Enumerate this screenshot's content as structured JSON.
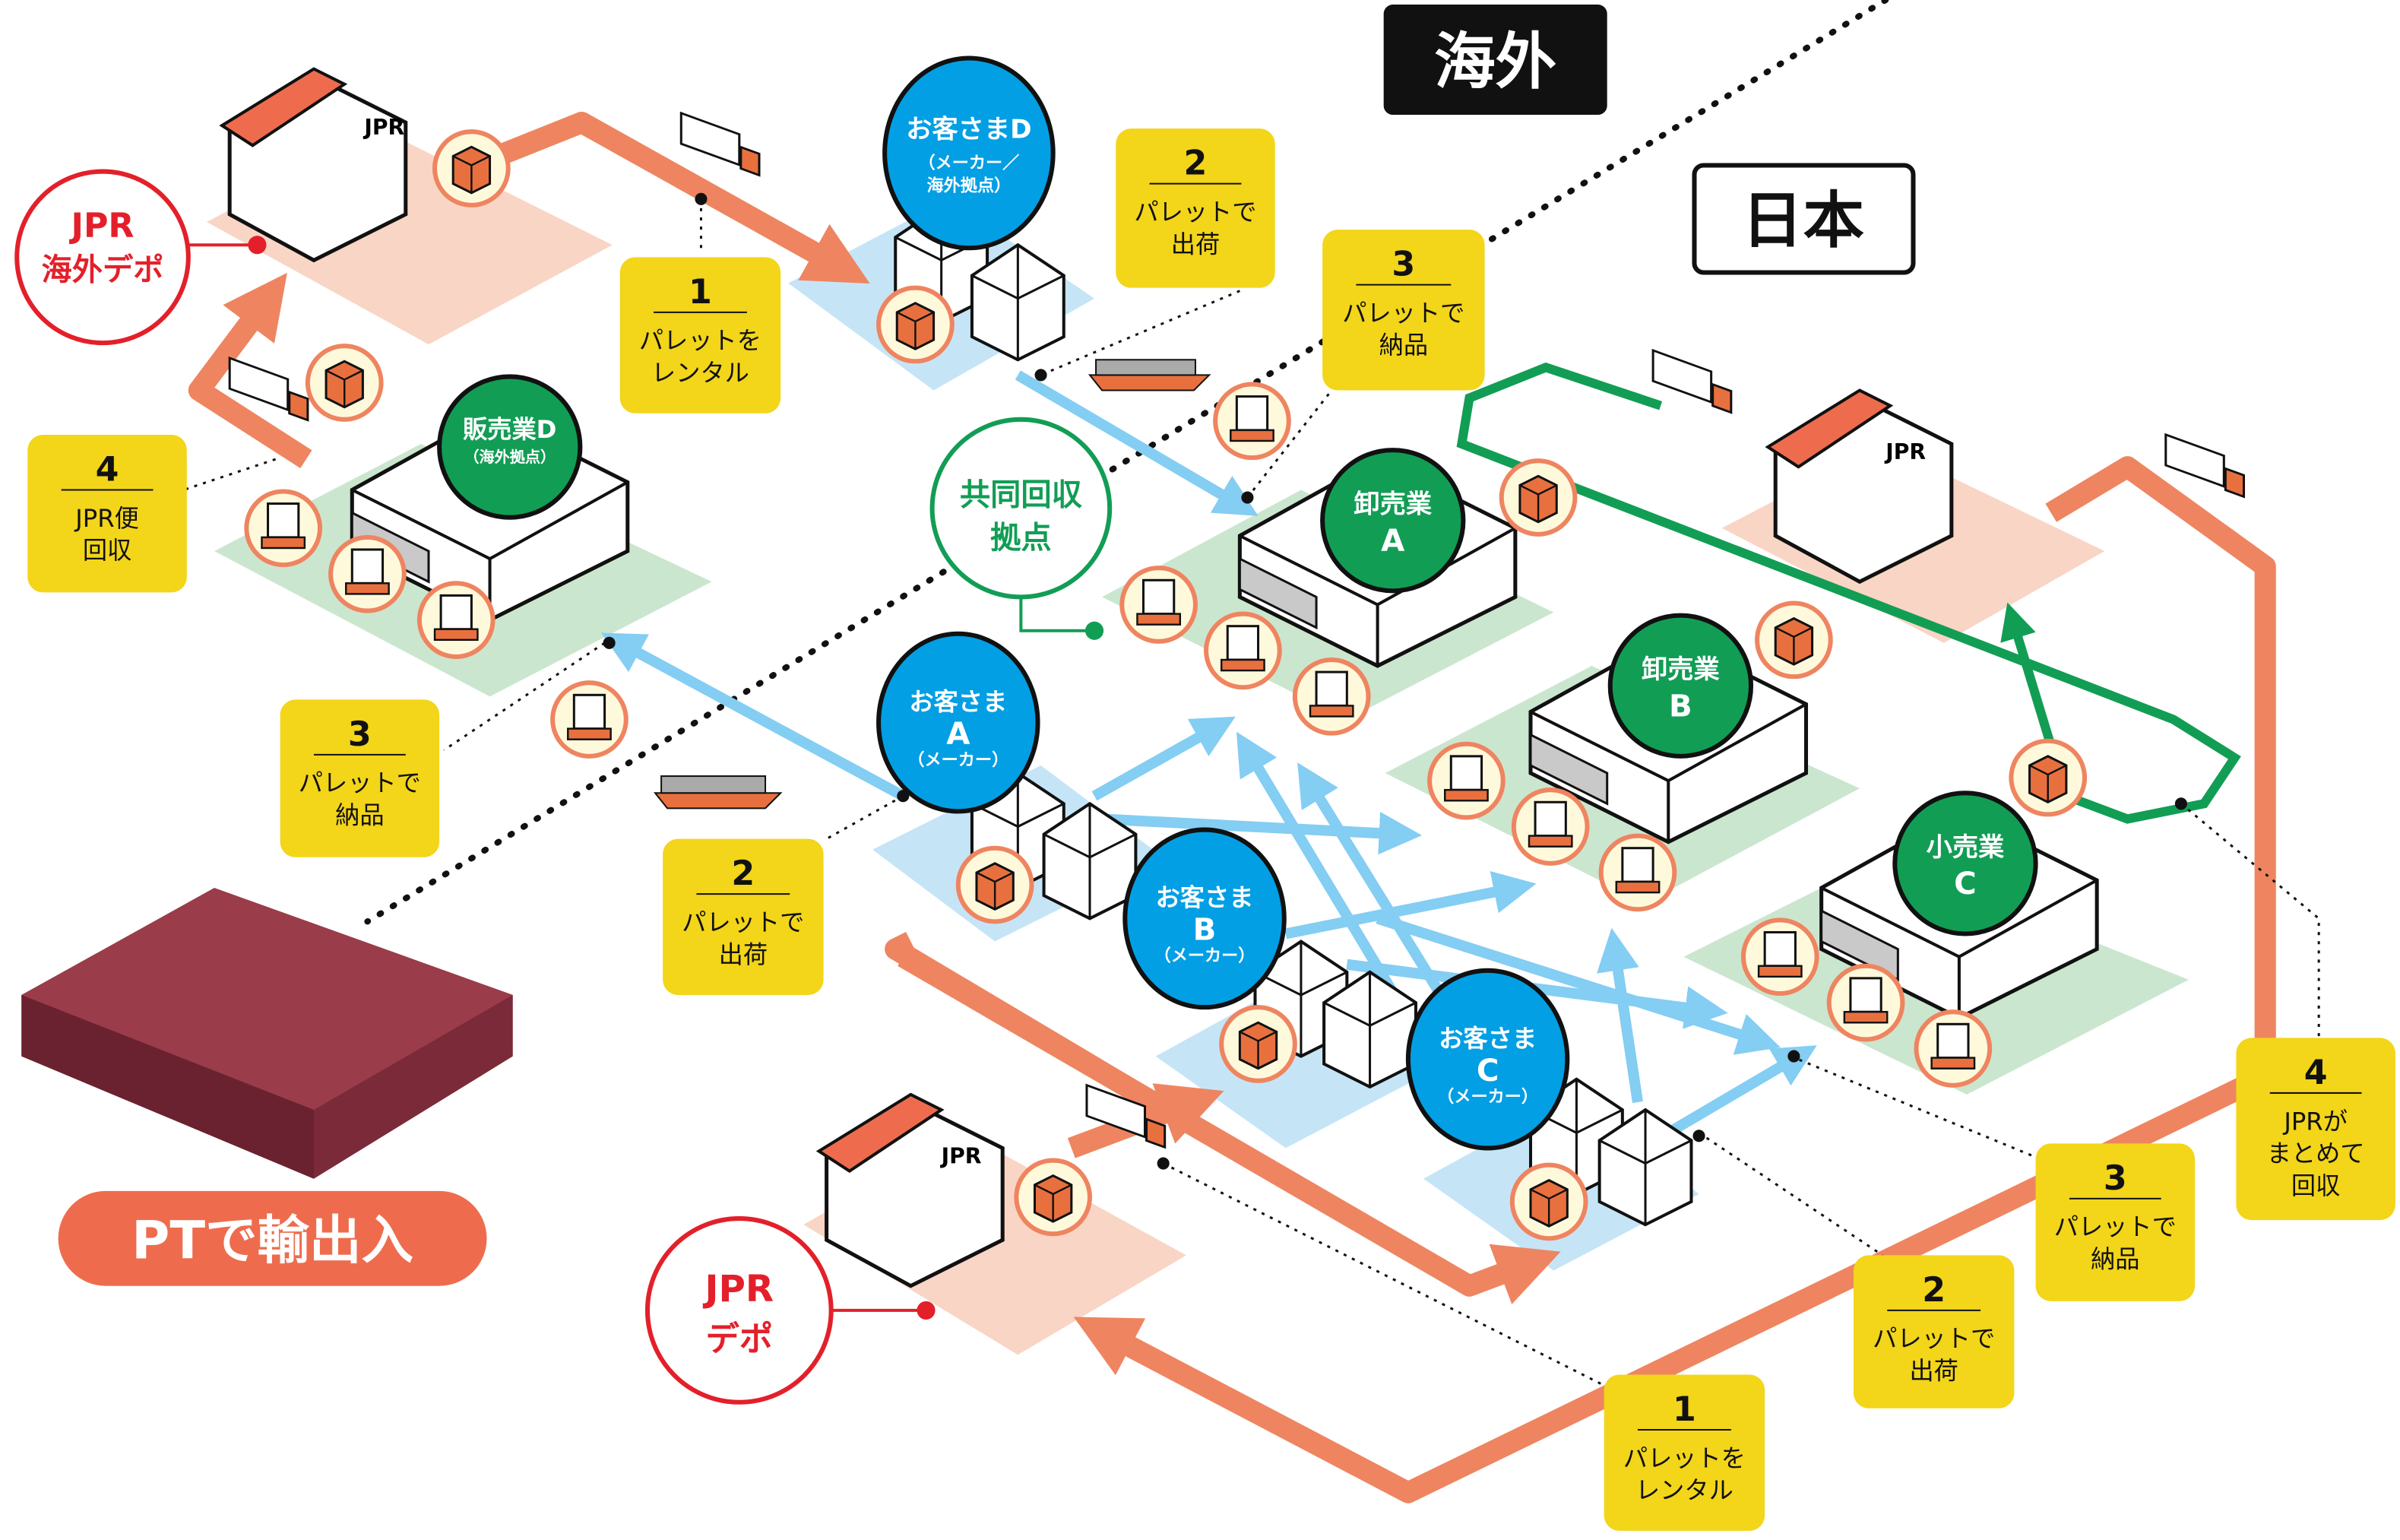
{
  "regions": {
    "overseas": "海外",
    "japan": "日本"
  },
  "depots": {
    "overseas": {
      "line1": "JPR",
      "line2": "海外デポ"
    },
    "japan": {
      "line1": "JPR",
      "line2": "デポ"
    }
  },
  "joint_collection": {
    "line1": "共同回収",
    "line2": "拠点"
  },
  "customers": [
    {
      "line1": "お客さまD",
      "line2": "（メーカー／",
      "line3": "海外拠点）"
    },
    {
      "line1": "お客さま",
      "line2": "A",
      "line3": "（メーカー）"
    },
    {
      "line1": "お客さま",
      "line2": "B",
      "line3": "（メーカー）"
    },
    {
      "line1": "お客さま",
      "line2": "C",
      "line3": "（メーカー）"
    }
  ],
  "distributors": [
    {
      "line1": "販売業D",
      "line2": "（海外拠点）"
    },
    {
      "line1": "卸売業",
      "line2": "A"
    },
    {
      "line1": "卸売業",
      "line2": "B"
    },
    {
      "line1": "小売業",
      "line2": "C"
    }
  ],
  "steps": [
    {
      "num": "1",
      "line1": "パレットを",
      "line2": "レンタル",
      "line3": ""
    },
    {
      "num": "2",
      "line1": "パレットで",
      "line2": "出荷",
      "line3": ""
    },
    {
      "num": "3",
      "line1": "パレットで",
      "line2": "納品",
      "line3": ""
    },
    {
      "num": "4",
      "line1": "JPR便",
      "line2": "回収",
      "line3": ""
    },
    {
      "num": "3",
      "line1": "パレットで",
      "line2": "納品",
      "line3": ""
    },
    {
      "num": "2",
      "line1": "パレットで",
      "line2": "出荷",
      "line3": ""
    },
    {
      "num": "1",
      "line1": "パレットを",
      "line2": "レンタル",
      "line3": ""
    },
    {
      "num": "2",
      "line1": "パレットで",
      "line2": "出荷",
      "line3": ""
    },
    {
      "num": "3",
      "line1": "パレットで",
      "line2": "納品",
      "line3": ""
    },
    {
      "num": "4",
      "line1": "JPRが",
      "line2": "まとめて",
      "line3": "回収"
    }
  ],
  "warehouse_sign": "JPR",
  "export_label": "PTで輸出入",
  "colors": {
    "orange": "#ee8560",
    "red": "#e3202a",
    "blue": "#039fe4",
    "green": "#129d55",
    "yellow": "#f3d51a",
    "light_blue": "#84cdf3"
  }
}
